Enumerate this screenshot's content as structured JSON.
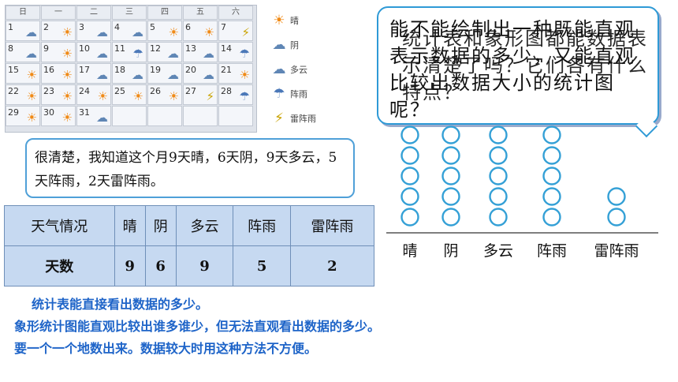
{
  "calendar": {
    "weekdays": [
      "日",
      "一",
      "二",
      "三",
      "四",
      "五",
      "六"
    ],
    "weeks": [
      [
        {
          "d": "1",
          "w": "cloud"
        },
        {
          "d": "2",
          "w": "sun"
        },
        {
          "d": "3",
          "w": "cloud"
        },
        {
          "d": "4",
          "w": "cloud"
        },
        {
          "d": "5",
          "w": "sun"
        },
        {
          "d": "6",
          "w": "sun"
        },
        {
          "d": "7",
          "w": "storm"
        }
      ],
      [
        {
          "d": "8",
          "w": "cloud"
        },
        {
          "d": "9",
          "w": "sun"
        },
        {
          "d": "10",
          "w": "cloud"
        },
        {
          "d": "11",
          "w": "rain"
        },
        {
          "d": "12",
          "w": "cloud"
        },
        {
          "d": "13",
          "w": "cloud"
        },
        {
          "d": "14",
          "w": "rain"
        }
      ],
      [
        {
          "d": "15",
          "w": "sun"
        },
        {
          "d": "16",
          "w": "sun"
        },
        {
          "d": "17",
          "w": "cloud"
        },
        {
          "d": "18",
          "w": "cloud"
        },
        {
          "d": "19",
          "w": "cloud"
        },
        {
          "d": "20",
          "w": "cloud"
        },
        {
          "d": "21",
          "w": "sun"
        }
      ],
      [
        {
          "d": "22",
          "w": "sun"
        },
        {
          "d": "23",
          "w": "sun"
        },
        {
          "d": "24",
          "w": "sun"
        },
        {
          "d": "25",
          "w": "sun"
        },
        {
          "d": "26",
          "w": "sun"
        },
        {
          "d": "27",
          "w": "storm"
        },
        {
          "d": "28",
          "w": "rain"
        }
      ],
      [
        {
          "d": "29",
          "w": "sun"
        },
        {
          "d": "30",
          "w": "sun"
        },
        {
          "d": "31",
          "w": "cloud"
        },
        {
          "d": "",
          "w": ""
        },
        {
          "d": "",
          "w": ""
        },
        {
          "d": "",
          "w": ""
        },
        {
          "d": "",
          "w": ""
        }
      ]
    ]
  },
  "legend": [
    {
      "label": "晴",
      "icon": "sun-icon"
    },
    {
      "label": "阴",
      "icon": "overcast-icon"
    },
    {
      "label": "多云",
      "icon": "cloud-icon"
    },
    {
      "label": "阵雨",
      "icon": "rain-icon"
    },
    {
      "label": "雷阵雨",
      "icon": "storm-icon"
    }
  ],
  "speech_left": "很清楚，我知道这个月9天晴，6天阴，9天多云，5天阵雨，2天雷阵雨。",
  "speech_right": {
    "layer1": "能不能绘制出一种既能直观表示数据的多少，又能直观比较出数据大小的统计图呢？",
    "layer2": "统计表和象形图都能数据表示清楚了吗？它们各有什么特点？"
  },
  "table": {
    "header": [
      "天气情况",
      "晴",
      "阴",
      "多云",
      "阵雨",
      "雷阵雨"
    ],
    "row": [
      "天数",
      "9",
      "6",
      "9",
      "5",
      "2"
    ]
  },
  "chart_data": {
    "type": "pictograph",
    "categories": [
      "晴",
      "阴",
      "多云",
      "阵雨",
      "雷阵雨"
    ],
    "values": [
      5,
      5,
      5,
      5,
      2
    ]
  },
  "notes": [
    "统计表能直接看出数据的多少。",
    "象形统计图能直观比较出谁多谁少，但无法直观看出数据的多少。",
    "要一个一个地数出来。数据较大时用这种方法不方便。"
  ],
  "colors": {
    "note": "#1e64c8",
    "table_bg": "#c6d9f1",
    "border": "#2f9ad6"
  }
}
